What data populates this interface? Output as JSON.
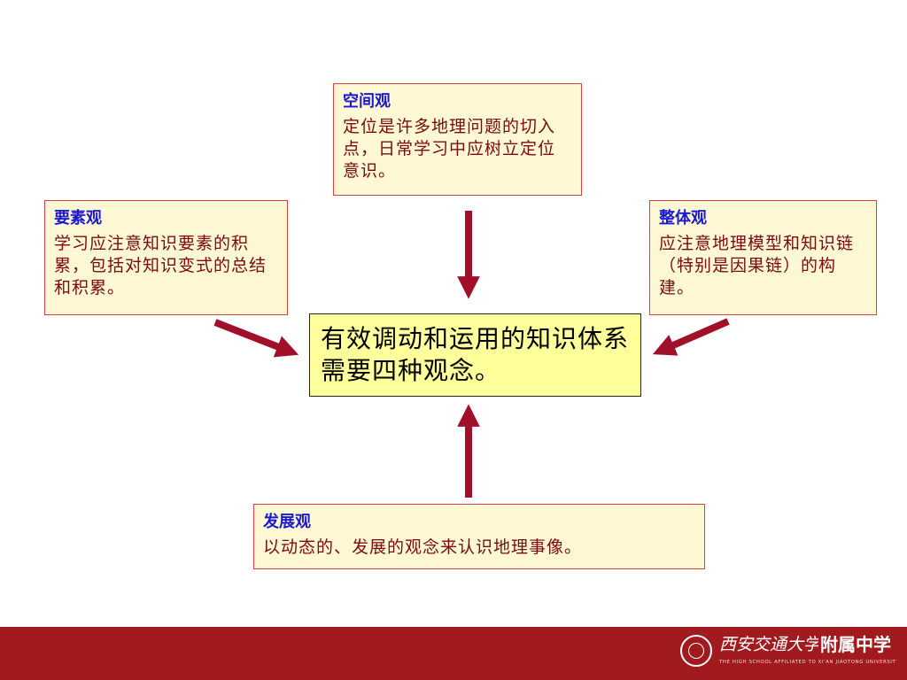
{
  "center": {
    "text": "有效调动和运用的知识体系需要四种观念。"
  },
  "boxes": {
    "spatial": {
      "title": "空间观",
      "body": "定位是许多地理问题的切入点，日常学习中应树立定位意识。"
    },
    "elements": {
      "title": "要素观",
      "body": "学习应注意知识要素的积累，包括对知识变式的总结和积累。"
    },
    "holistic": {
      "title": "整体观",
      "body": " 应注意地理模型和知识链（特别是因果链）的构建。"
    },
    "development": {
      "title": "发展观",
      "body": "以动态的、发展的观念来认识地理事像。"
    }
  },
  "footer": {
    "logo_script": "西安交通大学",
    "school_name": "附属中学",
    "english_name": "THE HIGH SCHOOL AFFILIATED TO XI'AN JIAOTONG UNIVERSITY"
  },
  "colors": {
    "box_fill": "#fff8d4",
    "box_border": "#d94040",
    "heading": "#1a1ad0",
    "body_text": "#7a0a10",
    "center_fill": "#ffff9c",
    "arrow": "#a0102a",
    "footer": "#a01a1e"
  }
}
